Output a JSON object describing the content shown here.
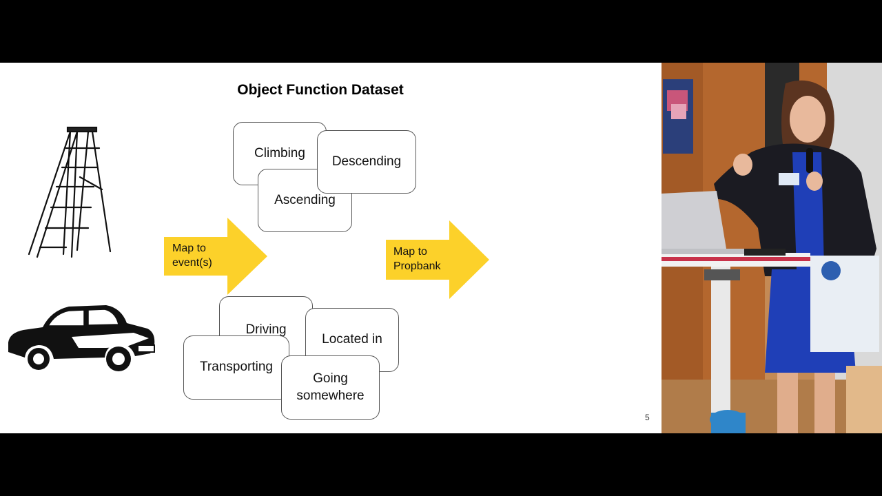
{
  "slide": {
    "title": "Object Function Dataset",
    "page_number": "5",
    "cards_top": [
      "Climbing",
      "Descending",
      "Ascending"
    ],
    "cards_bottom": [
      "Driving",
      "Located in",
      "Transporting",
      "Going somewhere"
    ],
    "arrow1": {
      "line1": "Map to",
      "line2": "event(s)"
    },
    "arrow2": {
      "line1": "Map to",
      "line2": "Propbank"
    },
    "arrow_color": "#FCD12A",
    "icons": [
      "ladder-icon",
      "car-icon"
    ]
  },
  "video": {
    "content": "speaker-presenting"
  }
}
